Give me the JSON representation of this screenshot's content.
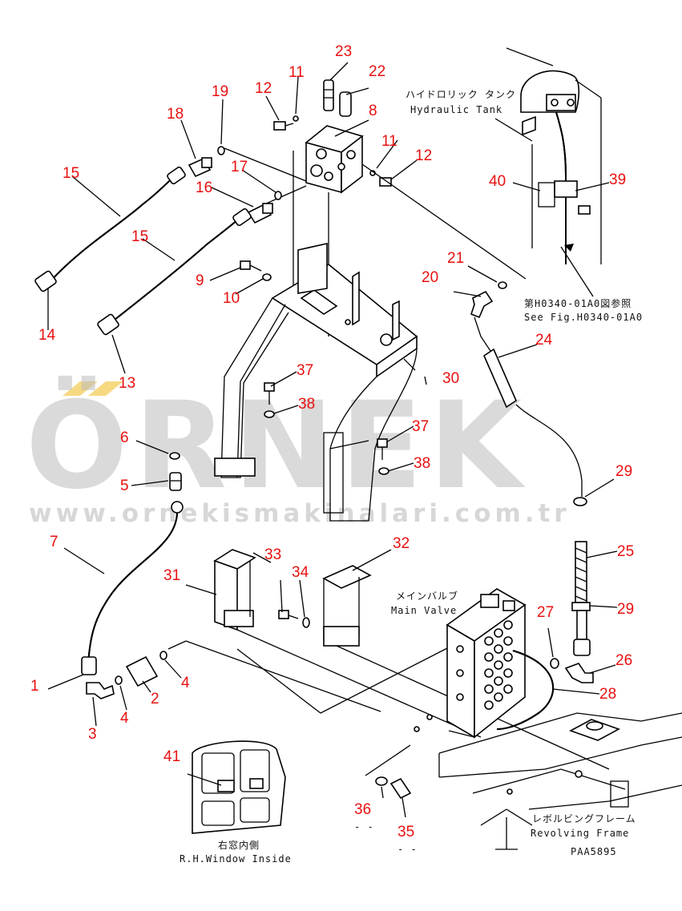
{
  "labels": {
    "hydraulic_tank_jp": "ハイドロリック タンク",
    "hydraulic_tank_en": "Hydraulic Tank",
    "see_fig_jp": "第H0340-01A0図参照",
    "see_fig_en": "See Fig.H0340-01A0",
    "main_valve_jp": "メインバルブ",
    "main_valve_en": "Main Valve",
    "revolving_frame_jp": "レボルビングフレーム",
    "revolving_frame_en": "Revolving Frame",
    "window_jp": "右窓内側",
    "window_en": "R.H.Window Inside",
    "drawing_code": "PAA5895",
    "dash_36": "- -",
    "dash_35": "- -"
  },
  "watermark": {
    "brand": "ÖRNEK",
    "url": "www.ornekismakinalari.com.tr",
    "accent_color": "#f2c94c",
    "text_color": "#bdbdbd"
  },
  "callout_color": "#e81010",
  "callouts": {
    "n1": "1",
    "n2": "2",
    "n3": "3",
    "n4a": "4",
    "n4b": "4",
    "n5": "5",
    "n6": "6",
    "n7": "7",
    "n8": "8",
    "n9": "9",
    "n10": "10",
    "n11a": "11",
    "n11b": "11",
    "n12a": "12",
    "n12b": "12",
    "n13": "13",
    "n14": "14",
    "n15a": "15",
    "n15b": "15",
    "n16": "16",
    "n17": "17",
    "n18": "18",
    "n19": "19",
    "n20": "20",
    "n21": "21",
    "n22": "22",
    "n23": "23",
    "n24": "24",
    "n25": "25",
    "n26": "26",
    "n27": "27",
    "n28": "28",
    "n29a": "29",
    "n29b": "29",
    "n30": "30",
    "n31": "31",
    "n32": "32",
    "n33": "33",
    "n34": "34",
    "n35": "35",
    "n36": "36",
    "n37a": "37",
    "n37b": "37",
    "n38a": "38",
    "n38b": "38",
    "n39": "39",
    "n40": "40",
    "n41": "41"
  }
}
